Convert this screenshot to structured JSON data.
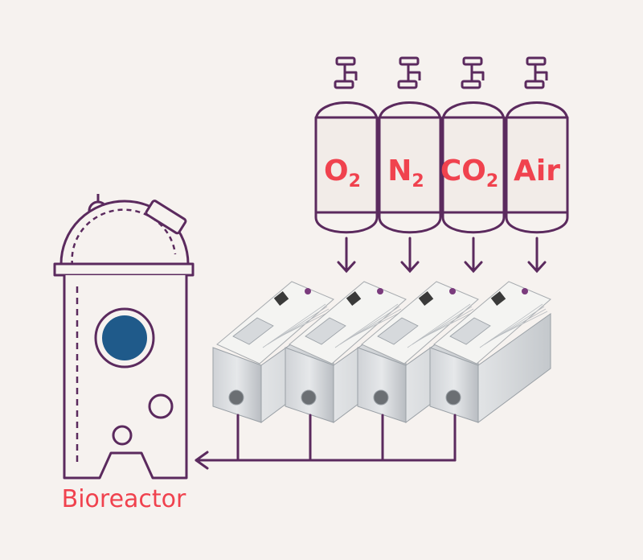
{
  "colors": {
    "background": "#f6f2ef",
    "outline": "#5b2a5e",
    "accent": "#f0424e",
    "window": "#1f5a8a",
    "tank_fill": "#f2ece8"
  },
  "gases": [
    {
      "main": "O",
      "sub": "2"
    },
    {
      "main": "N",
      "sub": "2"
    },
    {
      "main": "CO",
      "sub": "2"
    },
    {
      "main": "Air",
      "sub": ""
    }
  ],
  "bioreactor": {
    "label": "Bioreactor",
    "icon": "bioreactor-vessel-icon"
  },
  "controllers": {
    "icon": "mass-flow-controller-icon",
    "count": 4
  }
}
